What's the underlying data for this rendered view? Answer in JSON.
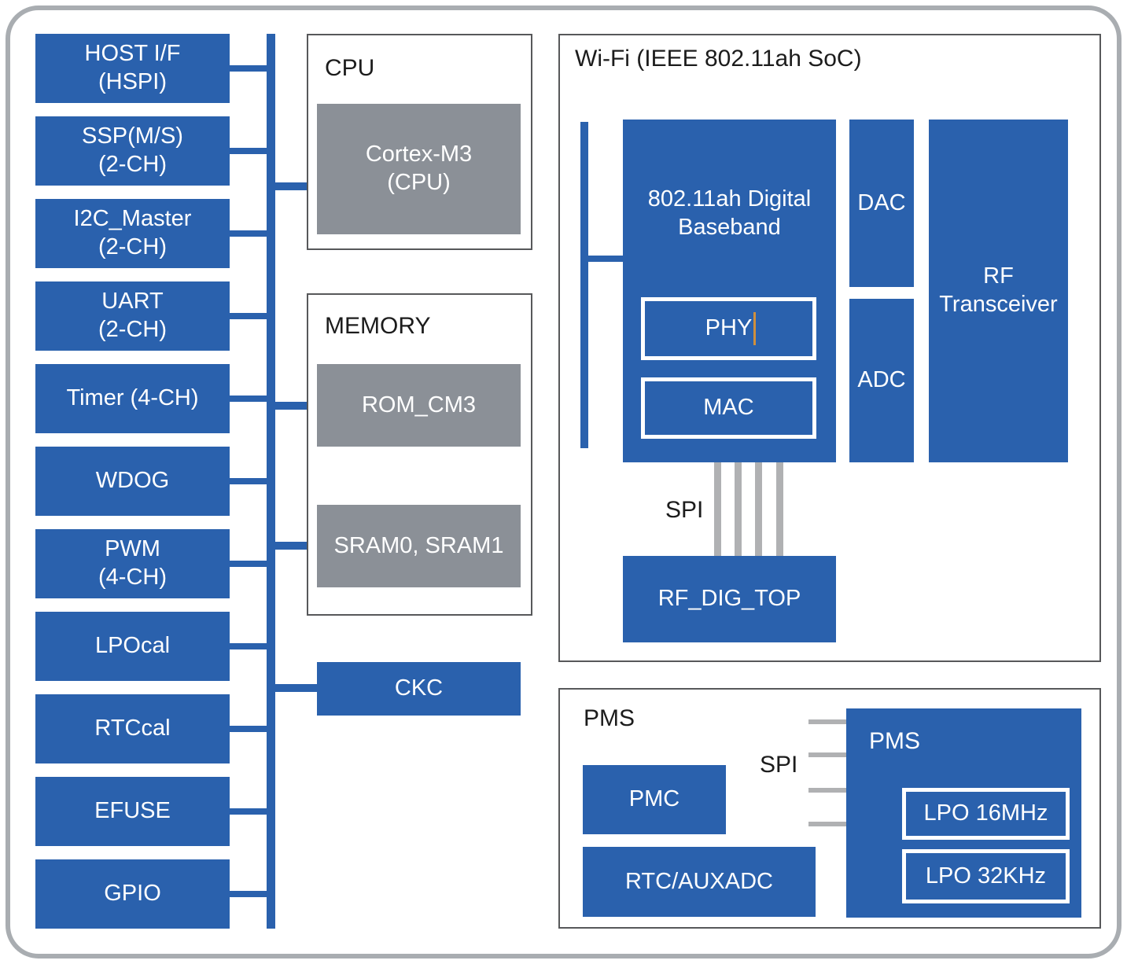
{
  "colors": {
    "blue": "#2a61ad",
    "gray": "#8b9097",
    "line-gray": "#b0b1b3",
    "border-dark": "#57585a",
    "outer-border": "#a9adb1",
    "text-dark": "#1c1c1c",
    "cursor": "#cf8f3d"
  },
  "peripherals": [
    {
      "label": "HOST I/F\n(HSPI)"
    },
    {
      "label": "SSP(M/S)\n(2-CH)"
    },
    {
      "label": "I2C_Master\n(2-CH)"
    },
    {
      "label": "UART\n(2-CH)"
    },
    {
      "label": "Timer (4-CH)"
    },
    {
      "label": "WDOG"
    },
    {
      "label": "PWM\n(4-CH)"
    },
    {
      "label": "LPOcal"
    },
    {
      "label": "RTCcal"
    },
    {
      "label": "EFUSE"
    },
    {
      "label": "GPIO"
    }
  ],
  "cpu_group": {
    "title": "CPU",
    "core": "Cortex-M3\n(CPU)"
  },
  "memory_group": {
    "title": "MEMORY",
    "rom": "ROM_CM3",
    "sram": "SRAM0, SRAM1"
  },
  "ckc_label": "CKC",
  "wifi": {
    "title": "Wi-Fi (IEEE 802.11ah SoC)",
    "baseband": "802.11ah Digital\nBaseband",
    "phy": "PHY",
    "mac": "MAC",
    "dac": "DAC",
    "adc": "ADC",
    "rf": "RF\nTransceiver",
    "spi_label": "SPI",
    "rf_dig_top": "RF_DIG_TOP"
  },
  "pms": {
    "title": "PMS",
    "pmc": "PMC",
    "rtc_auxadc": "RTC/AUXADC",
    "spi_label": "SPI",
    "block_title": "PMS",
    "lpo16": "LPO 16MHz",
    "lpo32": "LPO 32KHz"
  }
}
